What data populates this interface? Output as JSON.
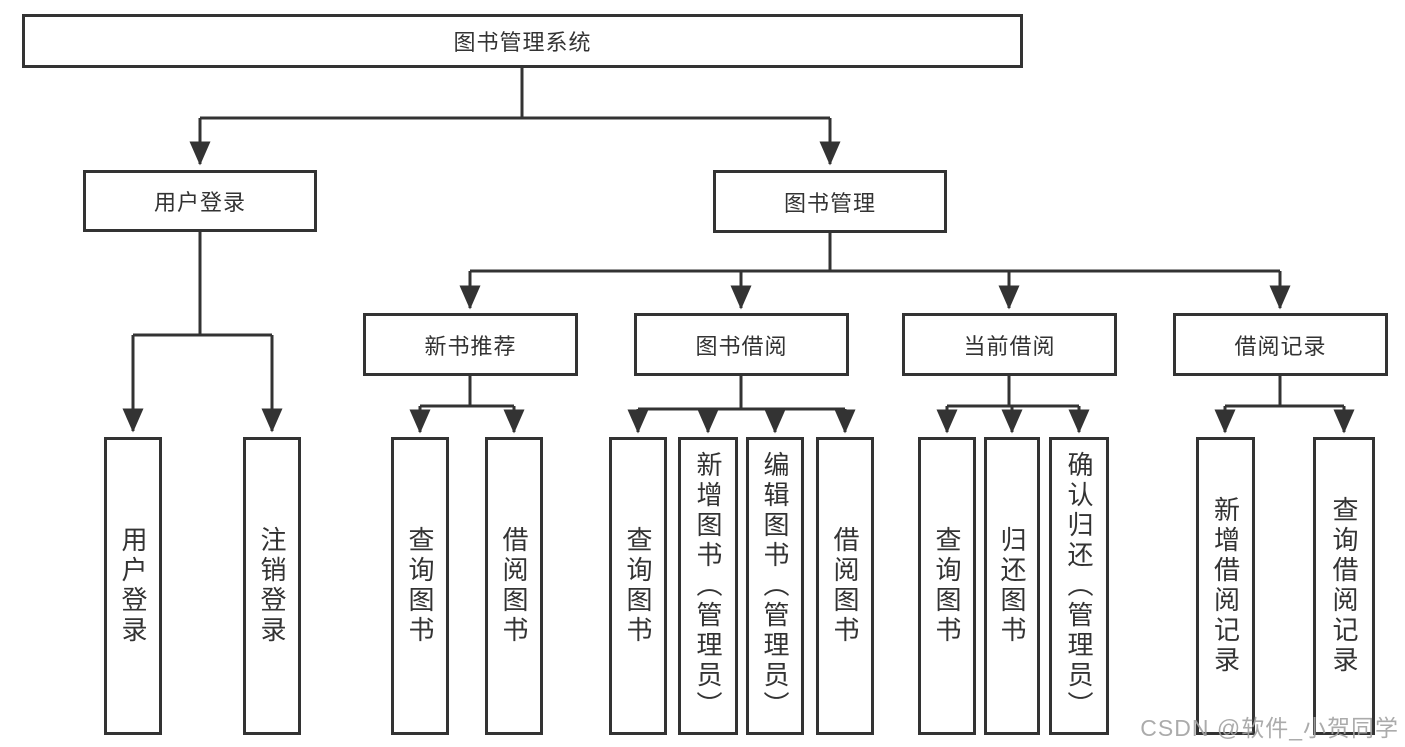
{
  "tree": {
    "root": {
      "label": "图书管理系统"
    },
    "branches": [
      {
        "label": "用户登录",
        "children": [
          {
            "label": "用户登录"
          },
          {
            "label": "注销登录"
          }
        ]
      },
      {
        "label": "图书管理",
        "children": [
          {
            "label": "新书推荐",
            "children": [
              {
                "label": "查询图书"
              },
              {
                "label": "借阅图书"
              }
            ]
          },
          {
            "label": "图书借阅",
            "children": [
              {
                "label": "查询图书"
              },
              {
                "label": "新增图书（管理员）"
              },
              {
                "label": "编辑图书（管理员）"
              },
              {
                "label": "借阅图书"
              }
            ]
          },
          {
            "label": "当前借阅",
            "children": [
              {
                "label": "查询图书"
              },
              {
                "label": "归还图书"
              },
              {
                "label": "确认归还（管理员）"
              }
            ]
          },
          {
            "label": "借阅记录",
            "children": [
              {
                "label": "新增借阅记录"
              },
              {
                "label": "查询借阅记录"
              }
            ]
          }
        ]
      }
    ]
  },
  "watermark": "CSDN @软件_小贺同学",
  "colors": {
    "line": "#333333",
    "box_border": "#333333",
    "text": "#333333",
    "watermark": "#a3a3a3",
    "background": "#ffffff"
  }
}
